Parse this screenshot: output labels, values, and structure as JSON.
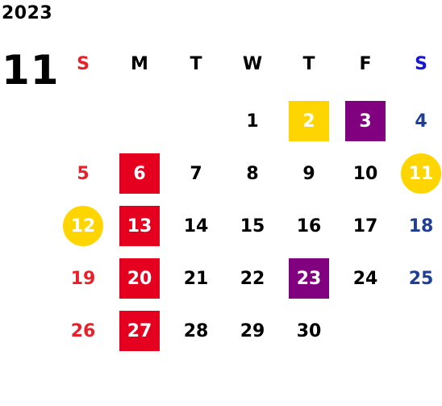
{
  "calendar": {
    "year": "2023",
    "month": "11",
    "colors": {
      "sunday": "#e8202a",
      "saturday": "#1f3f96",
      "weekday": "#000000",
      "holiday_bg": "#e6001f",
      "gold_bg": "#ffd500",
      "purple_bg": "#800080",
      "highlight_text": "#ffffff"
    },
    "weekdays": [
      {
        "label": "S",
        "color": "#e8202a"
      },
      {
        "label": "M",
        "color": "#000000"
      },
      {
        "label": "T",
        "color": "#000000"
      },
      {
        "label": "W",
        "color": "#000000"
      },
      {
        "label": "T",
        "color": "#000000"
      },
      {
        "label": "F",
        "color": "#000000"
      },
      {
        "label": "S",
        "color": "#1515d6"
      }
    ],
    "days": [
      {
        "d": "1",
        "week": 0,
        "dow": 3,
        "color": "#000000",
        "highlight": "none"
      },
      {
        "d": "2",
        "week": 0,
        "dow": 4,
        "color": "#ffffff",
        "highlight": "gold-square"
      },
      {
        "d": "3",
        "week": 0,
        "dow": 5,
        "color": "#ffffff",
        "highlight": "purple-square"
      },
      {
        "d": "4",
        "week": 0,
        "dow": 6,
        "color": "#1f3f96",
        "highlight": "none"
      },
      {
        "d": "5",
        "week": 1,
        "dow": 0,
        "color": "#e8202a",
        "highlight": "none"
      },
      {
        "d": "6",
        "week": 1,
        "dow": 1,
        "color": "#ffffff",
        "highlight": "red-square"
      },
      {
        "d": "7",
        "week": 1,
        "dow": 2,
        "color": "#000000",
        "highlight": "none"
      },
      {
        "d": "8",
        "week": 1,
        "dow": 3,
        "color": "#000000",
        "highlight": "none"
      },
      {
        "d": "9",
        "week": 1,
        "dow": 4,
        "color": "#000000",
        "highlight": "none"
      },
      {
        "d": "10",
        "week": 1,
        "dow": 5,
        "color": "#000000",
        "highlight": "none"
      },
      {
        "d": "11",
        "week": 1,
        "dow": 6,
        "color": "#ffffff",
        "highlight": "gold-circle"
      },
      {
        "d": "12",
        "week": 2,
        "dow": 0,
        "color": "#ffffff",
        "highlight": "gold-circle"
      },
      {
        "d": "13",
        "week": 2,
        "dow": 1,
        "color": "#ffffff",
        "highlight": "red-square"
      },
      {
        "d": "14",
        "week": 2,
        "dow": 2,
        "color": "#000000",
        "highlight": "none"
      },
      {
        "d": "15",
        "week": 2,
        "dow": 3,
        "color": "#000000",
        "highlight": "none"
      },
      {
        "d": "16",
        "week": 2,
        "dow": 4,
        "color": "#000000",
        "highlight": "none"
      },
      {
        "d": "17",
        "week": 2,
        "dow": 5,
        "color": "#000000",
        "highlight": "none"
      },
      {
        "d": "18",
        "week": 2,
        "dow": 6,
        "color": "#1f3f96",
        "highlight": "none"
      },
      {
        "d": "19",
        "week": 3,
        "dow": 0,
        "color": "#e8202a",
        "highlight": "none"
      },
      {
        "d": "20",
        "week": 3,
        "dow": 1,
        "color": "#ffffff",
        "highlight": "red-square"
      },
      {
        "d": "21",
        "week": 3,
        "dow": 2,
        "color": "#000000",
        "highlight": "none"
      },
      {
        "d": "22",
        "week": 3,
        "dow": 3,
        "color": "#000000",
        "highlight": "none"
      },
      {
        "d": "23",
        "week": 3,
        "dow": 4,
        "color": "#ffffff",
        "highlight": "purple-square"
      },
      {
        "d": "24",
        "week": 3,
        "dow": 5,
        "color": "#000000",
        "highlight": "none"
      },
      {
        "d": "25",
        "week": 3,
        "dow": 6,
        "color": "#1f3f96",
        "highlight": "none"
      },
      {
        "d": "26",
        "week": 4,
        "dow": 0,
        "color": "#e8202a",
        "highlight": "none"
      },
      {
        "d": "27",
        "week": 4,
        "dow": 1,
        "color": "#ffffff",
        "highlight": "red-square"
      },
      {
        "d": "28",
        "week": 4,
        "dow": 2,
        "color": "#000000",
        "highlight": "none"
      },
      {
        "d": "29",
        "week": 4,
        "dow": 3,
        "color": "#000000",
        "highlight": "none"
      },
      {
        "d": "30",
        "week": 4,
        "dow": 4,
        "color": "#000000",
        "highlight": "none"
      }
    ]
  }
}
